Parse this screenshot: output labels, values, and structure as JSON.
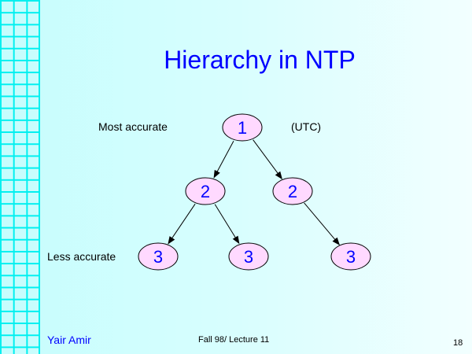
{
  "slide": {
    "title": "Hierarchy in NTP",
    "labels": {
      "most_accurate": "Most accurate",
      "utc": "(UTC)",
      "less_accurate": "Less accurate"
    },
    "footer": {
      "author": "Yair Amir",
      "course": "Fall 98/ Lecture 11",
      "page": "18"
    }
  },
  "tree": {
    "nodes": [
      {
        "id": "n1",
        "label": "1",
        "stratum": 1
      },
      {
        "id": "n2a",
        "label": "2",
        "stratum": 2
      },
      {
        "id": "n2b",
        "label": "2",
        "stratum": 2
      },
      {
        "id": "n3a",
        "label": "3",
        "stratum": 3
      },
      {
        "id": "n3b",
        "label": "3",
        "stratum": 3
      },
      {
        "id": "n3c",
        "label": "3",
        "stratum": 3
      }
    ],
    "edges": [
      [
        "n1",
        "n2a"
      ],
      [
        "n1",
        "n2b"
      ],
      [
        "n2a",
        "n3a"
      ],
      [
        "n2a",
        "n3b"
      ],
      [
        "n2b",
        "n3c"
      ]
    ]
  },
  "colors": {
    "title": "#0000ff",
    "node_fill": "#ffd9ff",
    "grid": "#00f0f0"
  }
}
